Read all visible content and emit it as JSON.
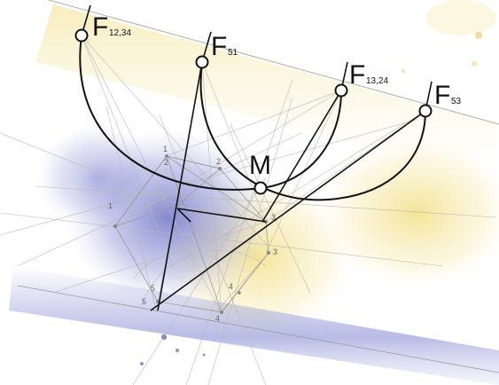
{
  "points": {
    "F1234": {
      "main": "F",
      "sub": "12,34"
    },
    "F51": {
      "main": "F",
      "sub": "51"
    },
    "F1324": {
      "main": "F",
      "sub": "13,24"
    },
    "F53": {
      "main": "F",
      "sub": "53"
    },
    "M": {
      "main": "M"
    }
  },
  "vertex_labels": [
    "1",
    "2",
    "2",
    "1",
    "3",
    "3",
    "4",
    "5",
    "5",
    "4"
  ],
  "colors": {
    "ink": "#111111",
    "pencil": "#9a9a9a",
    "wash_yellow": "#f3e08a",
    "wash_blue": "#6f76c8"
  }
}
